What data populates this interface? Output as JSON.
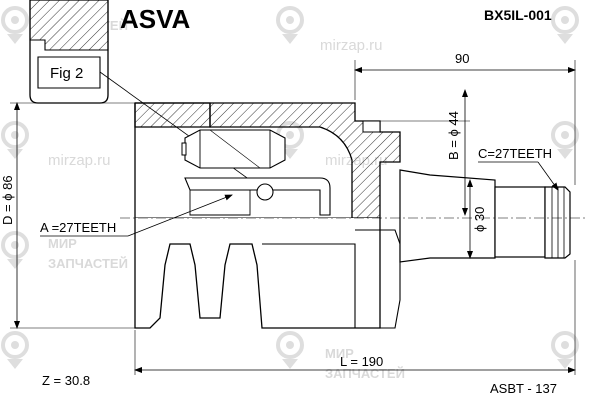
{
  "header": {
    "brand": "ASVA",
    "part_number": "BX5IL-001"
  },
  "fig_label": "Fig 2",
  "dimensions": {
    "top_length": "90",
    "b_diameter": "B = ϕ 44",
    "c_teeth": "C=27TEETH",
    "d_diameter": "D = ϕ 86",
    "a_teeth": "A =27TEETH",
    "shaft_diameter": "ϕ 30",
    "overall_length": "L = 190"
  },
  "footer": {
    "z_value": "Z = 30.8",
    "code": "ASBT - 137"
  },
  "watermark": {
    "site": "mirzap.ru",
    "line1": "МИР",
    "line2": "ЗАПЧАСТЕЙ"
  },
  "colors": {
    "line": "#000000",
    "hatch": "#000000",
    "watermark": "#d9d9d9"
  }
}
